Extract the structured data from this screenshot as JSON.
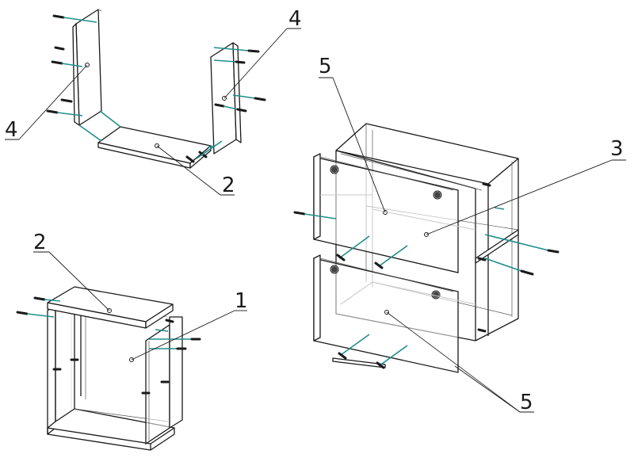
{
  "callouts": {
    "top_left_side": "4",
    "top_right_side": "4",
    "top_bottom_panel": "2",
    "bottom_top_panel": "2",
    "bottom_side_panel": "1",
    "right_front_upper": "5",
    "right_cabinet_body": "3",
    "right_front_lower": "5"
  },
  "colors": {
    "line": "#1a1a1a",
    "connector": "#1f8f8c",
    "ghost": "#c8c8c8"
  }
}
